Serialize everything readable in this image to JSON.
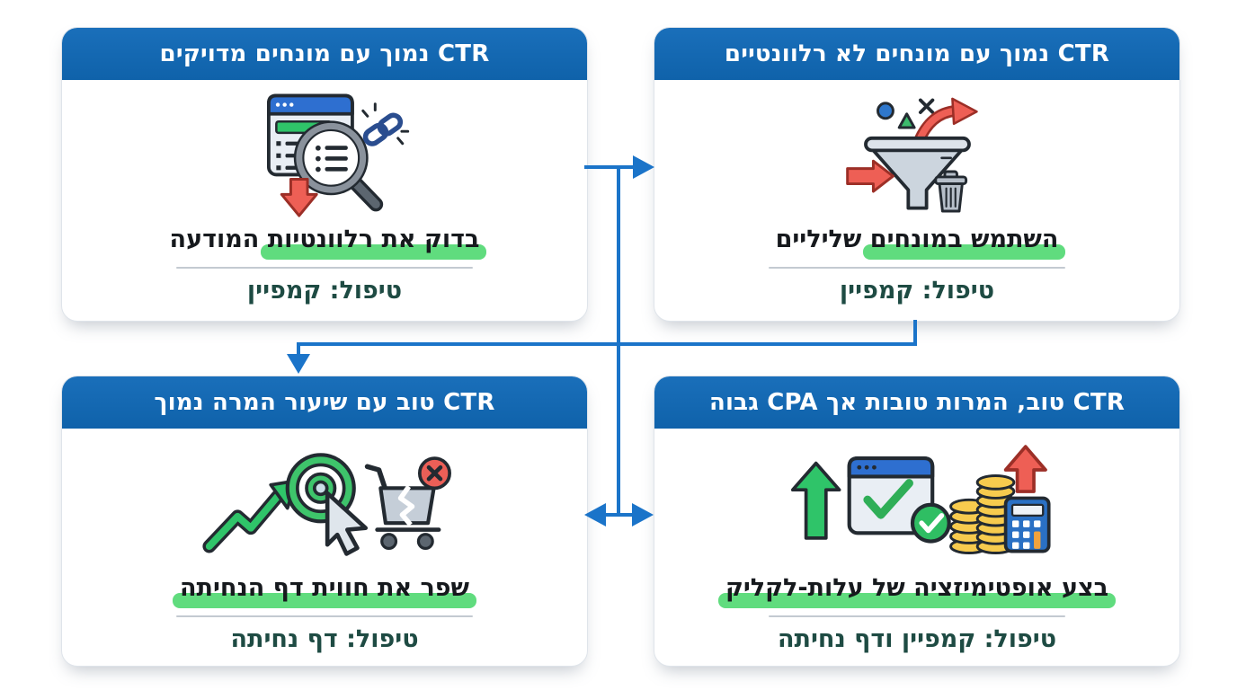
{
  "diagram": {
    "language": "he",
    "direction": "rtl",
    "colors": {
      "header_blue": "#1366b0",
      "connector_blue": "#1b74c9",
      "highlight_green": "#53d973",
      "treatment_green": "#1e4b43",
      "action_text": "#16191d",
      "card_background": "#ffffff"
    },
    "cards": [
      {
        "id": "low-ctr-exact-terms",
        "header": "CTR נמוך עם מונחים מדויקים",
        "action_marked": "בדוק את רלוונטיות",
        "action_plain": "המודעה",
        "treatment": "טיפול: קמפיין",
        "icon": "ad-relevance-search-icon"
      },
      {
        "id": "low-ctr-irrelevant-terms",
        "header": "CTR נמוך עם מונחים לא רלוונטיים",
        "action_marked": "השתמש במונחים",
        "action_plain": "שליליים",
        "treatment": "טיפול: קמפיין",
        "icon": "negative-keywords-funnel-icon"
      },
      {
        "id": "good-ctr-low-conversion",
        "header": "CTR טוב עם שיעור המרה נמוך",
        "action_marked": "שפר את חווית דף הנחיתה",
        "action_plain": "",
        "treatment": "טיפול: דף נחיתה",
        "icon": "landing-page-experience-icon"
      },
      {
        "id": "good-ctr-high-cpa",
        "header": "CTR טוב, המרות טובות אך CPA גבוה",
        "action_marked": "בצע אופטימיזציה של עלות-לקליק",
        "action_plain": "",
        "treatment": "טיפול: קמפיין ודף נחיתה",
        "icon": "cpc-optimization-icon"
      }
    ],
    "flow": [
      {
        "from": "low-ctr-exact-terms",
        "to": "low-ctr-irrelevant-terms",
        "style": "straight-arrow-right"
      },
      {
        "from": "low-ctr-irrelevant-terms",
        "to": "good-ctr-low-conversion",
        "style": "elbow-arrow-down"
      },
      {
        "from": "good-ctr-low-conversion",
        "to": "good-ctr-high-cpa",
        "style": "double-headed-arrow"
      }
    ]
  }
}
